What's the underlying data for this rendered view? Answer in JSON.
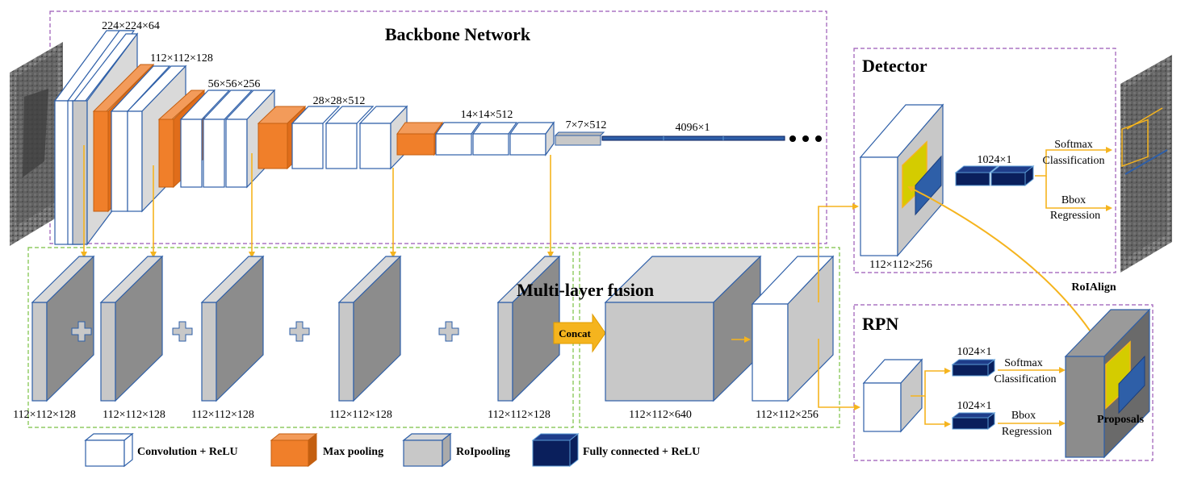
{
  "backbone": {
    "title": "Backbone Network",
    "dims": [
      "224×224×64",
      "112×112×128",
      "56×56×256",
      "28×28×512",
      "14×14×512",
      "7×7×512",
      "4096×1"
    ]
  },
  "fusion": {
    "title": "Multi-layer fusion",
    "dims": [
      "112×112×128",
      "112×112×128",
      "112×112×128",
      "112×112×128",
      "112×112×128"
    ],
    "concat_label": "Concat",
    "concat_dim": "112×112×640",
    "output_dim": "112×112×256"
  },
  "detector": {
    "title": "Detector",
    "feature_dim": "112×112×256",
    "fc_dim": "1024×1",
    "cls_line1": "Softmax",
    "cls_line2": "Classification",
    "reg_line1": "Bbox",
    "reg_line2": "Regression"
  },
  "roialign_label": "RoIAlign",
  "rpn": {
    "title": "RPN",
    "fc_dim_1": "1024×1",
    "fc_dim_2": "1024×1",
    "cls_line1": "Softmax",
    "cls_line2": "Classification",
    "reg_line1": "Bbox",
    "reg_line2": "Regression",
    "proposals_label": "Proposals"
  },
  "legend": {
    "conv": "Convolution + ReLU",
    "pool": "Max pooling",
    "roi": "RoIpooling",
    "fc": "Fully connected + ReLU"
  },
  "colors": {
    "conv_border": "#2e5fa8",
    "pool": "#f07f2a",
    "roi": "#c8c8c8",
    "fc": "#0a1f5c",
    "arrow": "#f5b41e",
    "purple_dash": "#9b59b6",
    "green_dash": "#7ac143"
  }
}
